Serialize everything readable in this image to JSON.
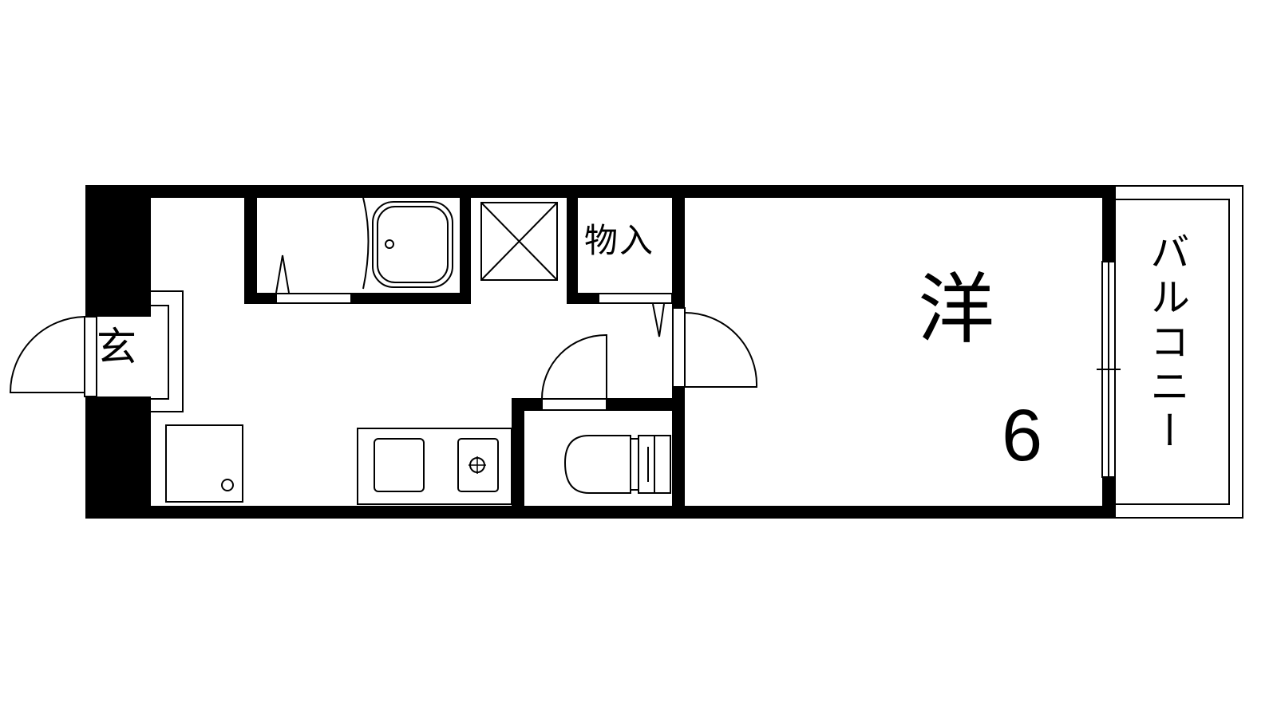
{
  "floor_plan": {
    "entrance_label": "玄",
    "storage_label": "物入",
    "western_room_label": "洋",
    "western_room_size": "6",
    "balcony_label": "バルコニー"
  },
  "colors": {
    "wall": "#000000",
    "line": "#000000",
    "background": "#ffffff"
  },
  "icons": [
    "washing-machine-icon",
    "bathtub-icon",
    "sink-icon",
    "stove-icon",
    "toilet-icon",
    "door-swing-icon",
    "window-icon"
  ]
}
